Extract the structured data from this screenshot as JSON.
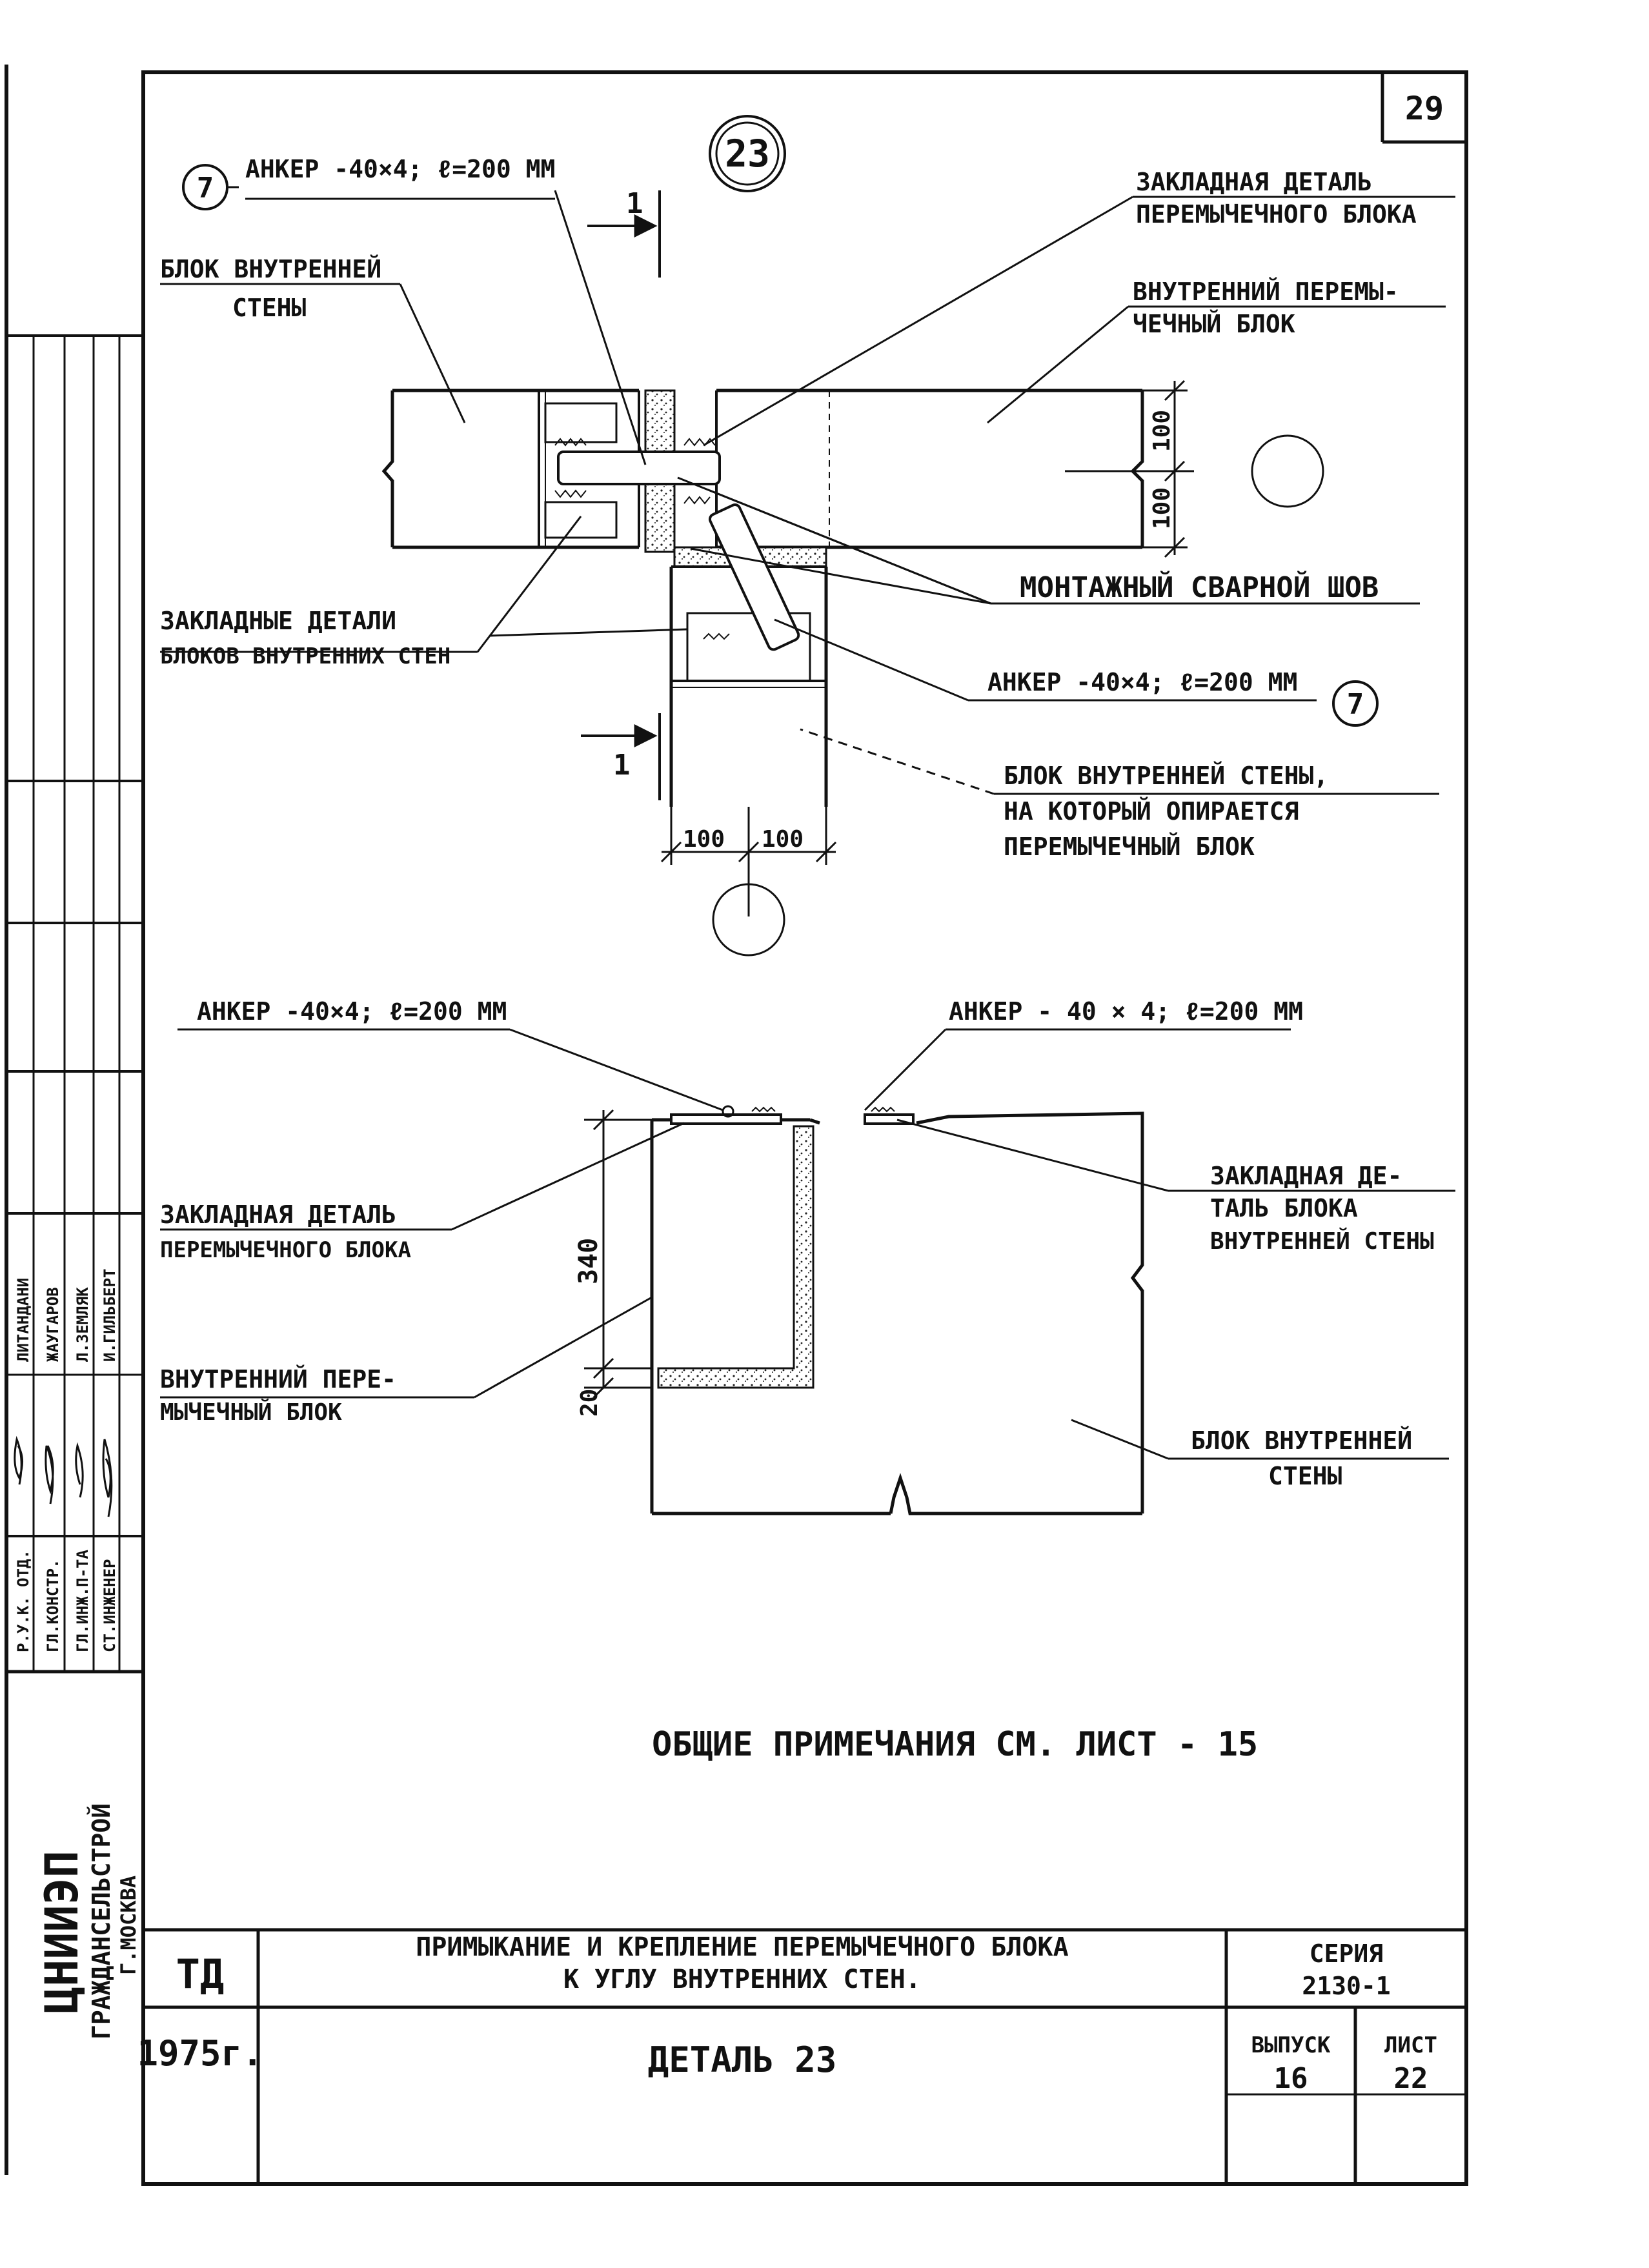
{
  "sheet_number": "29",
  "detail_marker": "23",
  "plan": {
    "anchor_top": {
      "marker": "7",
      "text": "АНКЕР -40×4; ℓ=200 ММ"
    },
    "anchor_right": {
      "marker": "7",
      "text": "АНКЕР -40×4; ℓ=200 ММ"
    },
    "embedded_lintel": [
      "ЗАКЛАДНАЯ ДЕТАЛЬ",
      "ПЕРЕМЫЧЕЧНОГО БЛОКА"
    ],
    "inner_wall_block": [
      "БЛОК ВНУТРЕННЕЙ",
      "СТЕНЫ"
    ],
    "inner_lintel_block": [
      "ВНУТРЕННИЙ ПЕРЕМЫ-",
      "ЧЕЧНЫЙ БЛОК"
    ],
    "embedded_walls": [
      "ЗАКЛАДНЫЕ ДЕТАЛИ",
      "БЛОКОВ ВНУТРЕННИХ СТЕН"
    ],
    "weld": "МОНТАЖНЫЙ СВАРНОЙ ШОВ",
    "support_block": [
      "БЛОК ВНУТРЕННЕЙ СТЕНЫ,",
      "НА КОТОРЫЙ ОПИРАЕТСЯ",
      "ПЕРЕМЫЧЕЧНЫЙ БЛОК"
    ],
    "section_mark": "1",
    "dims": {
      "right_top": "100",
      "right_bottom": "100",
      "bottom_left": "100",
      "bottom_right": "100"
    }
  },
  "section": {
    "anchor_left": "АНКЕР -40×4; ℓ=200 ММ",
    "anchor_right": "АНКЕР - 40 × 4; ℓ=200 ММ",
    "embedded_lintel": [
      "ЗАКЛАДНАЯ ДЕТАЛЬ",
      "ПЕРЕМЫЧЕЧНОГО БЛОКА"
    ],
    "embedded_wall": [
      "ЗАКЛАДНАЯ ДЕ-",
      "ТАЛЬ БЛОКА",
      "ВНУТРЕННЕЙ СТЕНЫ"
    ],
    "inner_lintel_block": [
      "ВНУТРЕННИЙ ПЕРЕ-",
      "МЫЧЕЧНЫЙ БЛОК"
    ],
    "inner_wall_block": [
      "БЛОК ВНУТРЕННЕЙ",
      "СТЕНЫ"
    ],
    "dims": {
      "height": "340",
      "bottom": "20"
    }
  },
  "general_note": "ОБЩИЕ ПРИМЕЧАНИЯ СМ. ЛИСТ - 15",
  "title_block": {
    "code": "ТД",
    "title_line1": "ПРИМЫКАНИЕ И КРЕПЛЕНИЕ ПЕРЕМЫЧЕЧНОГО БЛОКА",
    "title_line2": "К УГЛУ ВНУТРЕННИХ СТЕН.",
    "series_label": "СЕРИЯ",
    "series_value": "2130-1",
    "year": "1975г.",
    "detail_name": "ДЕТАЛЬ 23",
    "issue_label": "ВЫПУСК",
    "issue_value": "16",
    "sheet_label": "ЛИСТ",
    "sheet_value": "22"
  },
  "side_stamp": {
    "org": "ЦНИИЭП",
    "org_sub": "ГРАЖДАНСЕЛЬСТРОЙ",
    "city": "Г.МОСКВА",
    "roles": [
      "Р.У.К. ОТД.",
      "ГЛ.КОНСТР.",
      "ГЛ.ИНЖ.П-ТА",
      "СТ.ИНЖЕНЕР"
    ],
    "names": [
      "ЛИТАНДАНИ",
      "ЖАУГАРОВ",
      "Л.ЗЕМЛЯК",
      "И.ГИЛЬБЕРТ"
    ]
  }
}
